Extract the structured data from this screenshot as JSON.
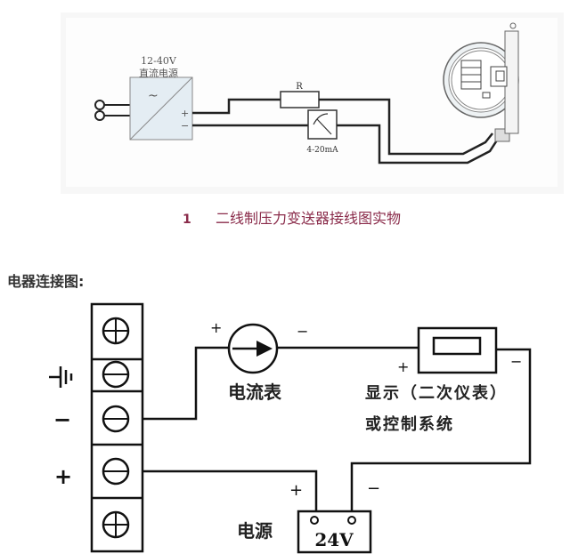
{
  "figure1": {
    "supply_voltage": "12-40V",
    "supply_name": "直流电源",
    "ac_symbol": "~",
    "plus": "+",
    "minus": "−",
    "resistor_label": "R",
    "meter_label": "4-20mA",
    "caption_number": "1",
    "caption": "二线制压力变送器接线图实物"
  },
  "figure2": {
    "title": "电器连接图:",
    "terminal_labels": {
      "minus": "−",
      "plus": "+"
    },
    "ammeter_label": "电流表",
    "ammeter_plus": "+",
    "ammeter_minus": "−",
    "display_label_line1": "显示（二次仪表）",
    "display_label_line2": "或控制系统",
    "display_plus": "+",
    "display_minus": "−",
    "power_label": "电源",
    "power_value": "24V",
    "power_plus": "+",
    "power_minus": "−"
  },
  "colors": {
    "caption": "#8a2b4a",
    "line": "#111111"
  }
}
